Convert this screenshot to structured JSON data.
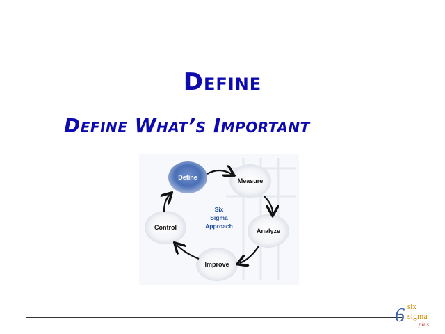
{
  "slide": {
    "title": "Define",
    "subtitle": "Define What’s Important"
  },
  "diagram": {
    "center_line1": "Six",
    "center_line2": "Sigma",
    "center_line3": "Approach",
    "steps": [
      "Define",
      "Measure",
      "Analyze",
      "Improve",
      "Control"
    ],
    "active_color": "#4a6fb5"
  },
  "logo": {
    "text_six": "six",
    "text_sigma": "sigma",
    "text_plus": "plus",
    "digit": "6"
  },
  "colors": {
    "heading": "#0d0ab0",
    "accent_blue": "#2250a0"
  }
}
